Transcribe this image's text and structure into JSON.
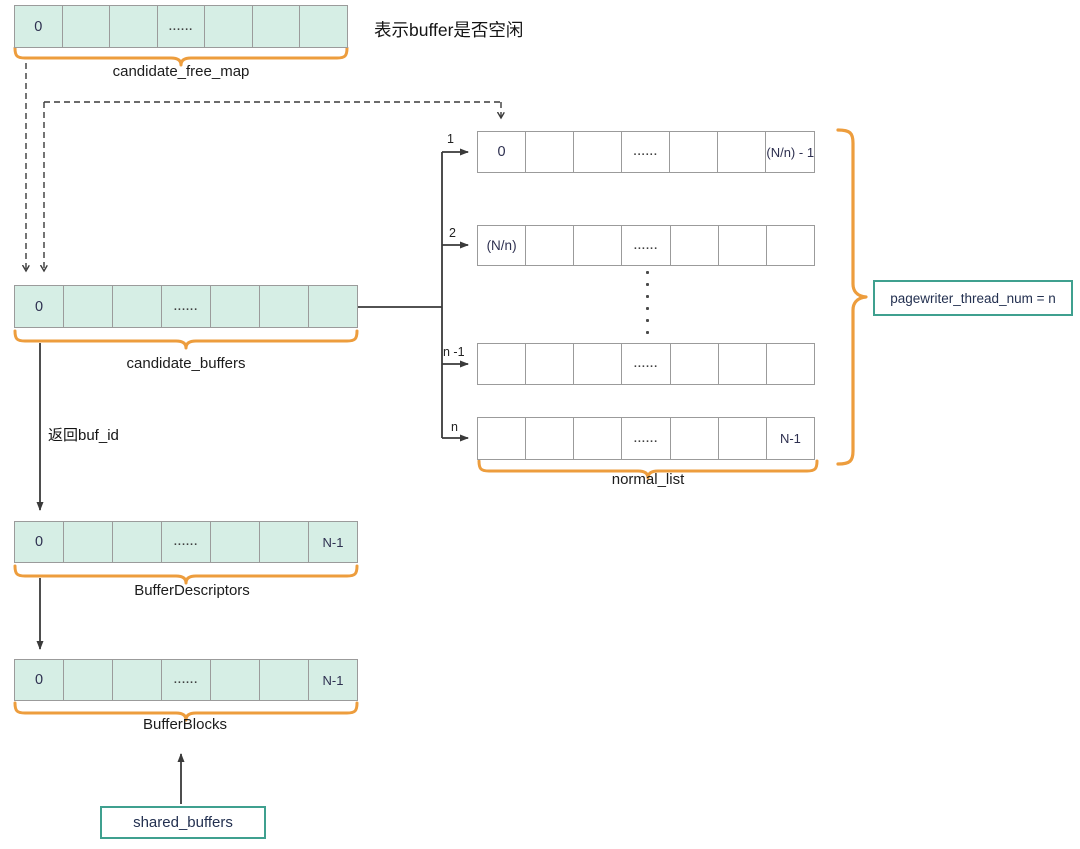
{
  "note_top": "表示buffer是否空闲",
  "flow_label_return": "返回buf_id",
  "arrays": {
    "candidate_free_map": {
      "label": "candidate_free_map",
      "cells": [
        "0",
        "",
        "",
        "......",
        "",
        "",
        ""
      ]
    },
    "candidate_buffers": {
      "label": "candidate_buffers",
      "cells": [
        "0",
        "",
        "",
        "......",
        "",
        "",
        ""
      ]
    },
    "buffer_descriptors": {
      "label": "BufferDescriptors",
      "cells": [
        "0",
        "",
        "",
        "......",
        "",
        "",
        "N-1"
      ]
    },
    "buffer_blocks": {
      "label": "BufferBlocks",
      "cells": [
        "0",
        "",
        "",
        "......",
        "",
        "",
        "N-1"
      ]
    }
  },
  "normal_list": {
    "label": "normal_list",
    "brace_annotation": "pagewriter_thread_num = n",
    "rows": [
      {
        "branch_label": "1",
        "cells": [
          "0",
          "",
          "",
          "......",
          "",
          "",
          "(N/n) - 1"
        ]
      },
      {
        "branch_label": "2",
        "cells": [
          "(N/n)",
          "",
          "",
          "......",
          "",
          "",
          ""
        ]
      },
      {
        "branch_label": "n -1",
        "cells": [
          "",
          "",
          "",
          "......",
          "",
          "",
          ""
        ]
      },
      {
        "branch_label": "n",
        "cells": [
          "",
          "",
          "",
          "......",
          "",
          "",
          "N-1"
        ]
      }
    ]
  },
  "boxes": {
    "shared_buffers_label": "shared_buffers"
  },
  "colors": {
    "cell_fill_mint": "#d6eee5",
    "cell_border": "#9b9b9b",
    "brace_orange": "#ed9d3d",
    "box_teal_border": "#3fa08f",
    "cell_text_navy": "#2e3050",
    "connector": "#3a3a3a"
  }
}
